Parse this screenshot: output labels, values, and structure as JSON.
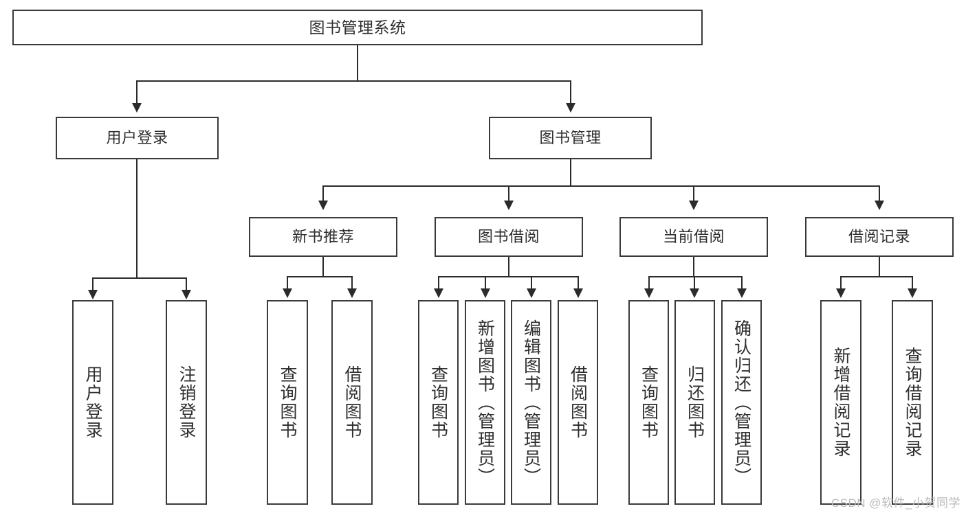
{
  "diagram": {
    "title": "图书管理系统",
    "type": "tree",
    "watermark": "CSDN @软件_小贺同学",
    "colors": {
      "box_border": "#3a3a3a",
      "connector": "#2b2b2b",
      "text": "#2e2e2e",
      "background": "#ffffff",
      "watermark": "#b9b9b9"
    },
    "levels": {
      "level1": [
        {
          "id": "root",
          "label": "图书管理系统"
        }
      ],
      "level2": [
        {
          "id": "user-login",
          "label": "用户登录",
          "parent": "root"
        },
        {
          "id": "book-manage",
          "label": "图书管理",
          "parent": "root"
        }
      ],
      "level3": [
        {
          "id": "new-book-rec",
          "label": "新书推荐",
          "parent": "book-manage"
        },
        {
          "id": "book-borrow",
          "label": "图书借阅",
          "parent": "book-manage"
        },
        {
          "id": "current-borrow",
          "label": "当前借阅",
          "parent": "book-manage"
        },
        {
          "id": "borrow-record",
          "label": "借阅记录",
          "parent": "book-manage"
        }
      ],
      "level4": [
        {
          "id": "leaf-user-login",
          "label": "用户登录",
          "parent": "user-login"
        },
        {
          "id": "leaf-logout",
          "label": "注销登录",
          "parent": "user-login"
        },
        {
          "id": "leaf-query-book-1",
          "label": "查询图书",
          "parent": "new-book-rec"
        },
        {
          "id": "leaf-borrow-book-1",
          "label": "借阅图书",
          "parent": "new-book-rec"
        },
        {
          "id": "leaf-query-book-2",
          "label": "查询图书",
          "parent": "book-borrow"
        },
        {
          "id": "leaf-add-book",
          "label": "新增图书（管理员）",
          "parent": "book-borrow"
        },
        {
          "id": "leaf-edit-book",
          "label": "编辑图书（管理员）",
          "parent": "book-borrow"
        },
        {
          "id": "leaf-borrow-book-2",
          "label": "借阅图书",
          "parent": "book-borrow"
        },
        {
          "id": "leaf-query-book-3",
          "label": "查询图书",
          "parent": "current-borrow"
        },
        {
          "id": "leaf-return-book",
          "label": "归还图书",
          "parent": "current-borrow"
        },
        {
          "id": "leaf-confirm-return",
          "label": "确认归还（管理员）",
          "parent": "current-borrow"
        },
        {
          "id": "leaf-add-record",
          "label": "新增借阅记录",
          "parent": "borrow-record"
        },
        {
          "id": "leaf-query-record",
          "label": "查询借阅记录",
          "parent": "borrow-record"
        }
      ]
    }
  }
}
